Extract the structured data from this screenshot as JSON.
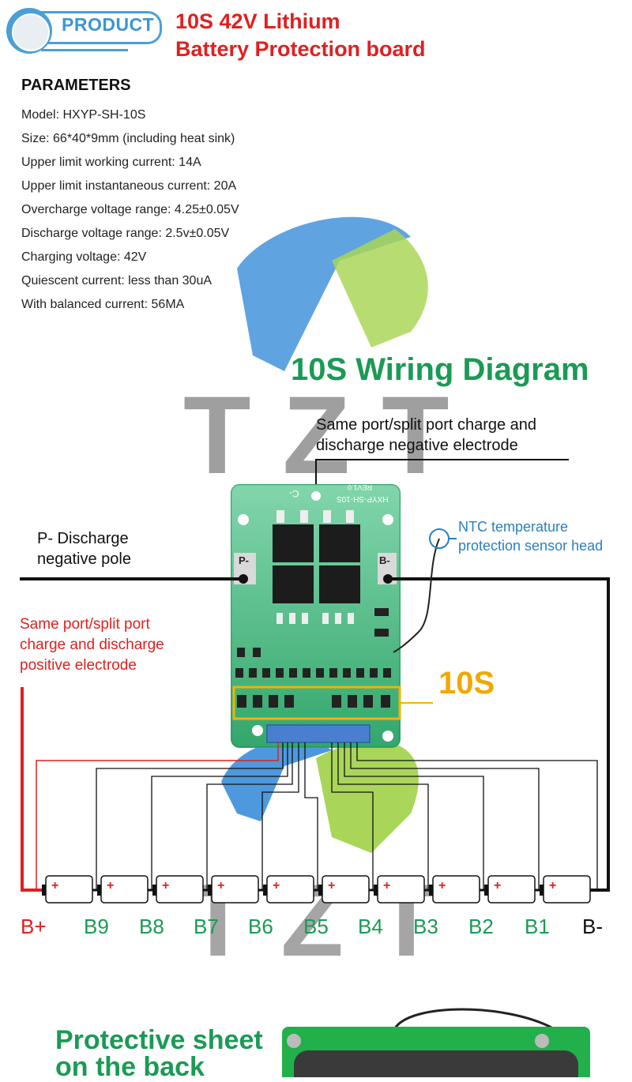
{
  "badge": {
    "label": "PRODUCT"
  },
  "title": {
    "line1": "10S 42V Lithium",
    "line2": "Battery Protection board"
  },
  "parameters": {
    "heading": "PARAMETERS",
    "items": [
      "Model: HXYP-SH-10S",
      "Size: 66*40*9mm (including heat sink)",
      "Upper limit working current: 14A",
      "Upper limit instantaneous current: 20A",
      "Overcharge voltage range: 4.25±0.05V",
      "Discharge voltage range: 2.5v±0.05V",
      "Charging voltage: 42V",
      "Quiescent current: less than 30uA",
      "With balanced current: 56MA"
    ]
  },
  "diagram": {
    "heading": "10S Wiring Diagram",
    "watermark": "TZT",
    "top_label": {
      "line1": "Same port/split port charge and",
      "line2": "discharge negative electrode"
    },
    "p_label": {
      "line1": "P- Discharge",
      "line2": "negative pole"
    },
    "pos_label": {
      "line1": "Same port/split port",
      "line2": "charge and discharge",
      "line3": "positive electrode"
    },
    "ntc_label": {
      "line1": "NTC temperature",
      "line2": "protection sensor head"
    },
    "tag_10s": "10S",
    "board": {
      "model_text": "HXYP-SH-10S",
      "rev_text": "REV1.0",
      "pad_p": "P-",
      "pad_b": "B-",
      "pad_c": "C-"
    },
    "cell_plus": "+",
    "cell_labels": [
      "B+",
      "B9",
      "B8",
      "B7",
      "B6",
      "B5",
      "B4",
      "B3",
      "B2",
      "B1",
      "B-"
    ],
    "colors": {
      "positive": "#e02020",
      "negative": "#111111",
      "green": "#1b9a55",
      "highlight": "#f0b400",
      "blue": "#2a7fc0"
    }
  },
  "back": {
    "line1": "Protective sheet",
    "line2": "on the back"
  }
}
